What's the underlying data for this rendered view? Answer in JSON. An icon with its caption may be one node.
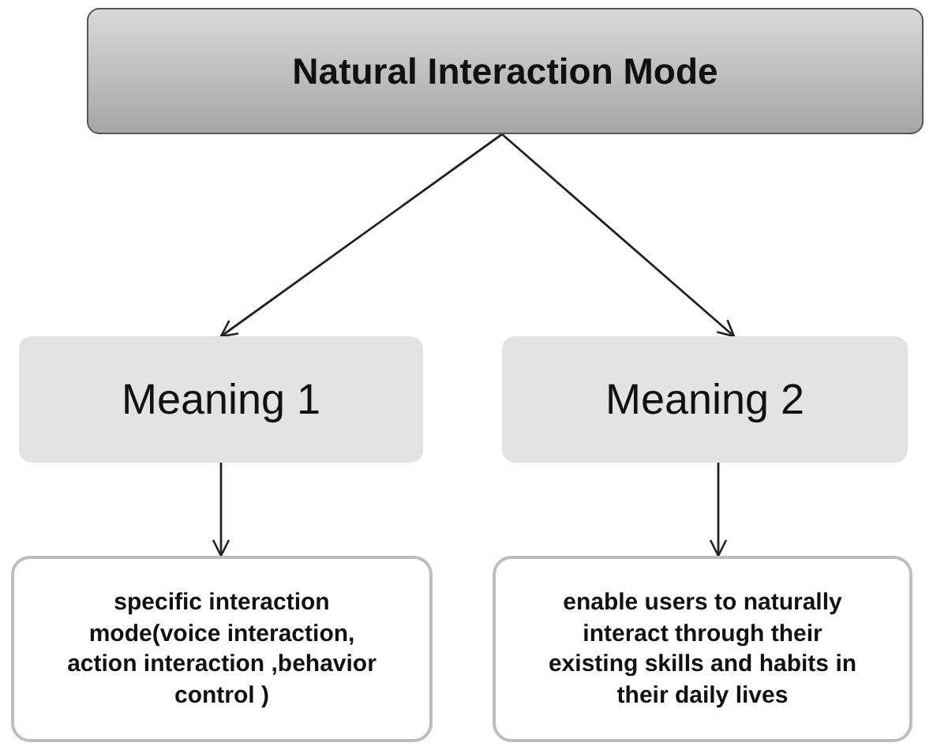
{
  "diagram": {
    "nodes": [
      {
        "text": [
          "Natural Interaction Mode"
        ]
      },
      {
        "text": [
          "Meaning 1"
        ]
      },
      {
        "text": [
          "Meaning 2"
        ]
      },
      {
        "text": [
          "specific interaction mode(voice interaction, action interaction ,behavior control )"
        ]
      },
      {
        "text": [
          "enable users to naturally interact through their existing skills and habits in their daily lives"
        ]
      }
    ],
    "edges": [
      {
        "from": 0,
        "to": 1,
        "arrow": "to"
      },
      {
        "from": 0,
        "to": 2,
        "arrow": "to"
      },
      {
        "from": 1,
        "to": 3,
        "arrow": "to"
      },
      {
        "from": 2,
        "to": 4,
        "arrow": "to"
      }
    ]
  }
}
